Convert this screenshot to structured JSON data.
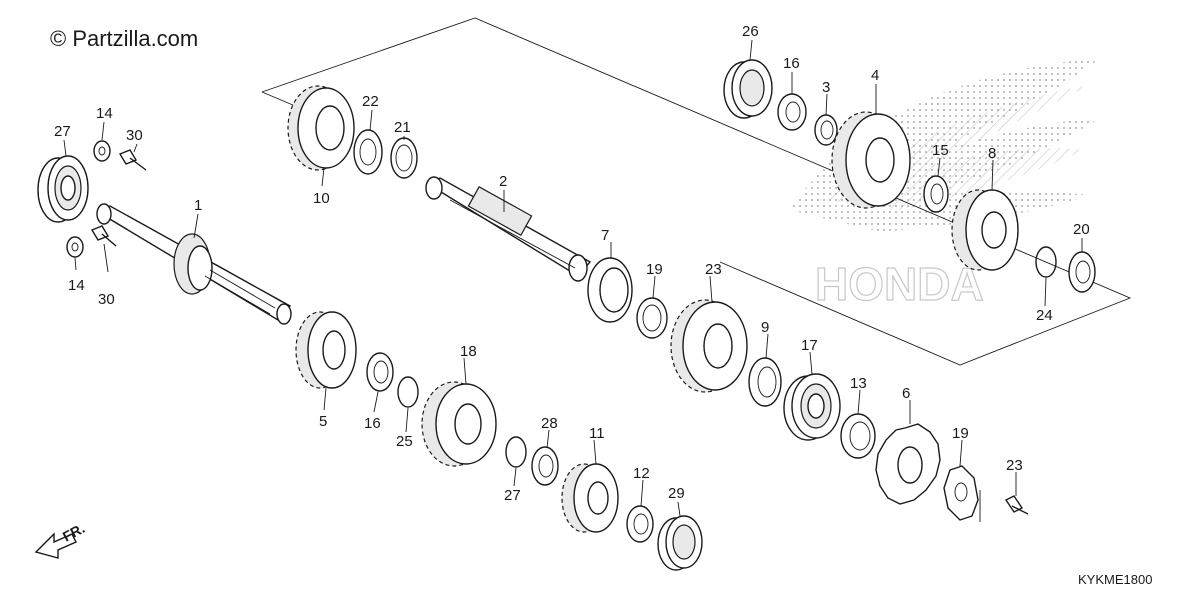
{
  "watermark": "© Partzilla.com",
  "diagram_code": "KYKME1800",
  "direction_label": "FR.",
  "callouts": [
    {
      "id": "c27a",
      "label": "27"
    },
    {
      "id": "c14a",
      "label": "14"
    },
    {
      "id": "c30a",
      "label": "30"
    },
    {
      "id": "c14b",
      "label": "14"
    },
    {
      "id": "c30b",
      "label": "30"
    },
    {
      "id": "c1",
      "label": "1"
    },
    {
      "id": "c10",
      "label": "10"
    },
    {
      "id": "c22",
      "label": "22"
    },
    {
      "id": "c21",
      "label": "21"
    },
    {
      "id": "c2",
      "label": "2"
    },
    {
      "id": "c7",
      "label": "7"
    },
    {
      "id": "c19a",
      "label": "19"
    },
    {
      "id": "c23a",
      "label": "23"
    },
    {
      "id": "c9",
      "label": "9"
    },
    {
      "id": "c17",
      "label": "17"
    },
    {
      "id": "c13",
      "label": "13"
    },
    {
      "id": "c6",
      "label": "6"
    },
    {
      "id": "c19b",
      "label": "19"
    },
    {
      "id": "c23b",
      "label": "23"
    },
    {
      "id": "c5",
      "label": "5"
    },
    {
      "id": "c16b",
      "label": "16"
    },
    {
      "id": "c25",
      "label": "25"
    },
    {
      "id": "c18",
      "label": "18"
    },
    {
      "id": "c27b",
      "label": "27"
    },
    {
      "id": "c28",
      "label": "28"
    },
    {
      "id": "c11",
      "label": "11"
    },
    {
      "id": "c12",
      "label": "12"
    },
    {
      "id": "c29",
      "label": "29"
    },
    {
      "id": "c26",
      "label": "26"
    },
    {
      "id": "c16a",
      "label": "16"
    },
    {
      "id": "c3",
      "label": "3"
    },
    {
      "id": "c4",
      "label": "4"
    },
    {
      "id": "c15",
      "label": "15"
    },
    {
      "id": "c8",
      "label": "8"
    },
    {
      "id": "c20",
      "label": "20"
    },
    {
      "id": "c24",
      "label": "24"
    }
  ]
}
